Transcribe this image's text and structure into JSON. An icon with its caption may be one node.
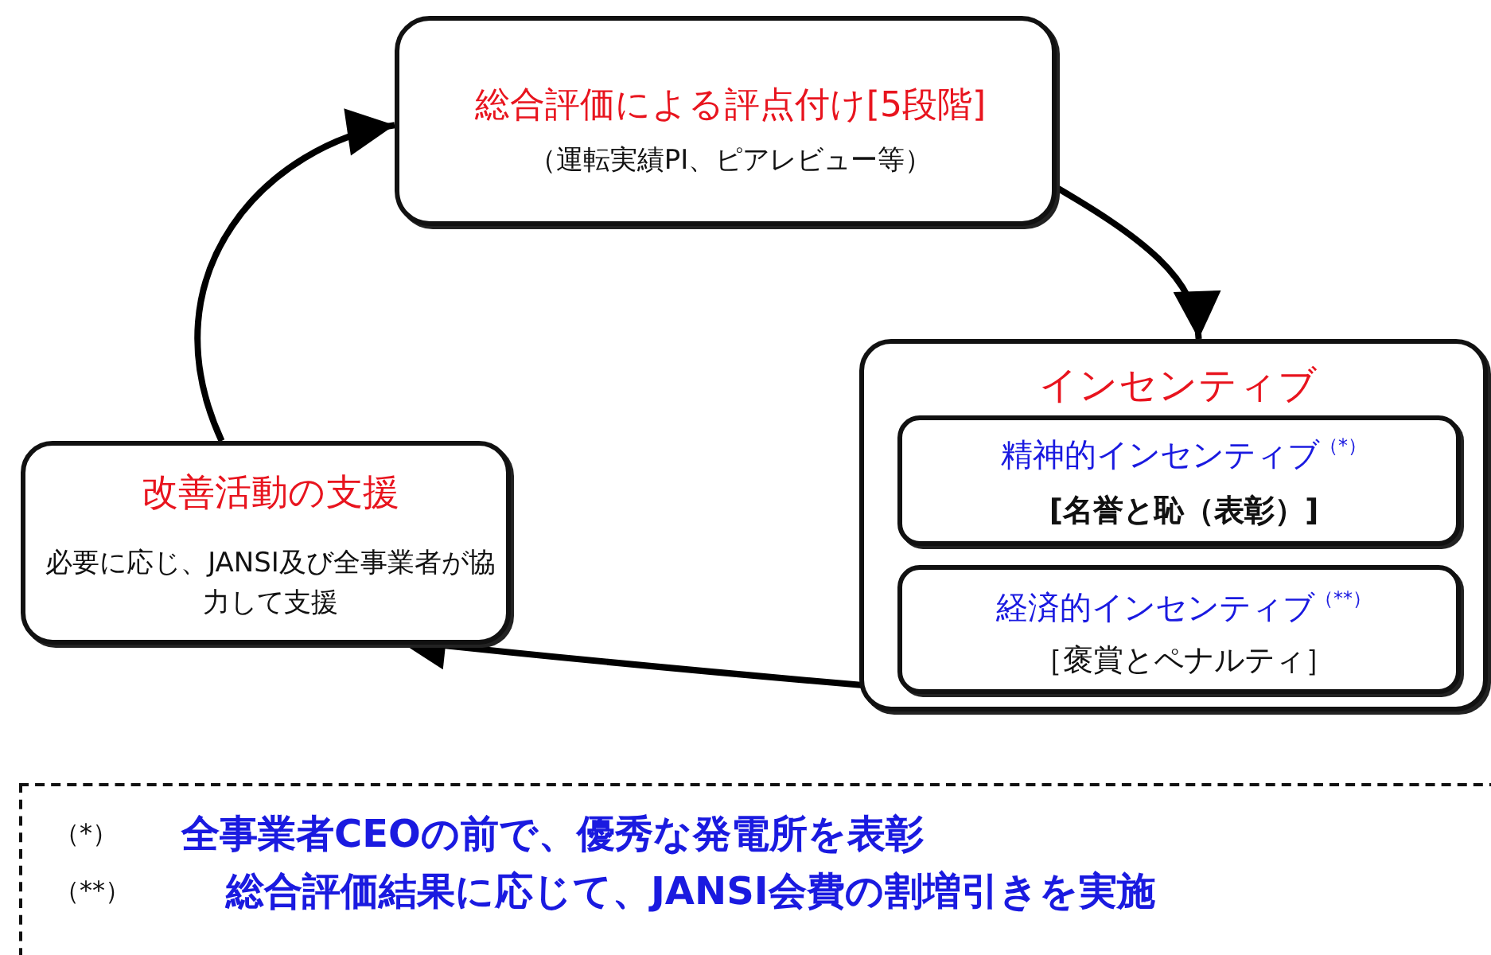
{
  "diagram": {
    "nodes": [
      {
        "text": [
          "総合評価による評点付け[5段階]",
          "（運転実績PI、ピアレビュー等）"
        ]
      },
      {
        "text": [
          "インセンティブ"
        ]
      },
      {
        "text": [
          "精神的インセンティブ$^{（*）}$",
          "[名誉と恥（表彰）]"
        ],
        "in": 1
      },
      {
        "text": [
          "経済的インセンティブ$^{（**）}$",
          "［褒賞とペナルティ］"
        ],
        "in": 1
      },
      {
        "text": [
          "改善活動の支援",
          "必要に応じ、JANSI及び全事業者が協力して支援"
        ]
      },
      {
        "text": [
          "（*）",
          "全事業者CEOの前で、優秀な発電所を表彰",
          "（**）",
          "総合評価結果に応じて、JANSI会費の割増引きを実施"
        ]
      }
    ],
    "edges": [
      {
        "from": 0,
        "to": 1,
        "arrow": "to"
      },
      {
        "from": 1,
        "to": 4,
        "arrow": "to"
      },
      {
        "from": 4,
        "to": 0,
        "arrow": "to"
      }
    ]
  }
}
